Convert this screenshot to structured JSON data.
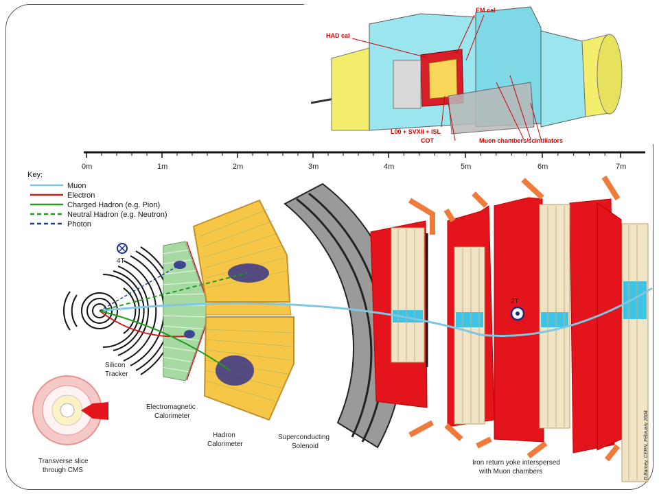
{
  "scale": {
    "ticks": [
      "0m",
      "1m",
      "2m",
      "3m",
      "4m",
      "5m",
      "6m",
      "7m"
    ]
  },
  "key": {
    "title": "Key:",
    "items": [
      {
        "label": "Muon",
        "color": "#7ec8e3",
        "style": "solid"
      },
      {
        "label": "Electron",
        "color": "#d01c1c",
        "style": "solid"
      },
      {
        "label": "Charged Hadron (e.g. Pion)",
        "color": "#1f9a1f",
        "style": "solid"
      },
      {
        "label": "Neutral Hadron (e.g. Neutron)",
        "color": "#1f9a1f",
        "style": "dashed"
      },
      {
        "label": "Photon",
        "color": "#1a3c8c",
        "style": "dashed"
      }
    ]
  },
  "field_labels": {
    "inner": "4T",
    "outer": "2T"
  },
  "labels": {
    "silicon_tracker": [
      "Silicon",
      "Tracker"
    ],
    "em_calorimeter": [
      "Electromagnetic",
      "Calorimeter"
    ],
    "hadron_calorimeter": [
      "Hadron",
      "Calorimeter"
    ],
    "solenoid": [
      "Superconducting",
      "Solenoid"
    ],
    "iron_yoke": [
      "Iron return yoke interspersed",
      "with Muon chambers"
    ],
    "transverse_slice": [
      "Transverse slice",
      "through CMS"
    ],
    "credit": "D.Barney, CERN, February 2004"
  },
  "cdf": {
    "labels": {
      "em_cal": "EM cal",
      "had_cal": "HAD cal",
      "silicon": "L00 + SVXII + ISL",
      "cot": "COT",
      "muon": "Muon chambers/scintillators"
    }
  },
  "colors": {
    "iron": "#e3141b",
    "calorimeter": "#f6c746",
    "em_green": "#a7d9a3",
    "solenoid_gray": "#9a9a9a",
    "chamber_beige": "#f1e4c6",
    "chamber_blue": "#3cc3e6"
  }
}
